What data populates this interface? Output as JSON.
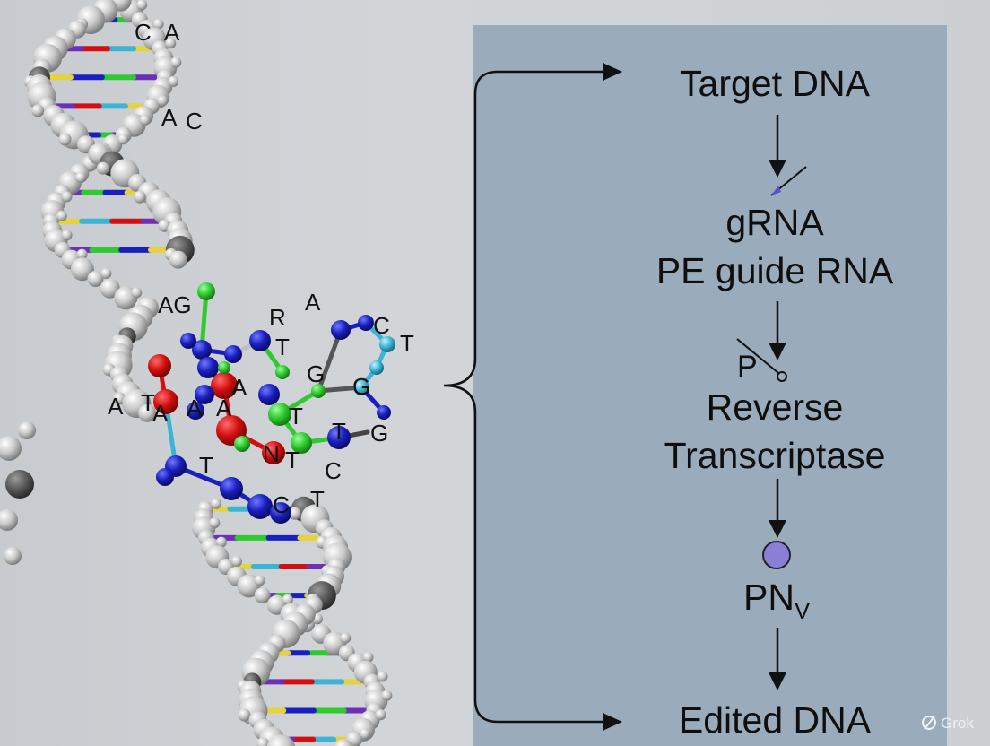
{
  "diagram": {
    "flow_steps": {
      "target": "Target DNA",
      "grna_line1": "gRNA",
      "grna_line2": "PE guide RNA",
      "p_label": "P",
      "rt_line1": "Reverse",
      "rt_line2": "Transcriptase",
      "pn_main": "PN",
      "pn_sub": "V",
      "edited": "Edited DNA"
    },
    "dna_labels": {
      "top_c": "C",
      "top_a": "A",
      "ac_a": "A",
      "ac_c": "C",
      "ag": "AG",
      "r": "R",
      "a_top": "A",
      "c_right": "C",
      "t_right": "T",
      "t_mid": "T",
      "g_mid": "G",
      "g_right": "G",
      "a_left1": "A",
      "t_left1": "T",
      "a_left2": "A",
      "a_center1": "A",
      "a_center2": "A",
      "a_lower": "A",
      "t_g_right": "T",
      "g_far": "G",
      "t_bottom": "T",
      "n_red": "N",
      "t_red": "T",
      "c_lower": "C",
      "c_bottom": "C",
      "t_bottom2": "T"
    },
    "watermark": "Grok"
  },
  "colors": {
    "panel": "#9aabbb",
    "backbone": "#cfcfcf",
    "red": "#d40f0f",
    "blue": "#1a1fbf",
    "green": "#2fc930",
    "cyan": "#3cb4d4",
    "enzyme": "#8a7fd6"
  }
}
